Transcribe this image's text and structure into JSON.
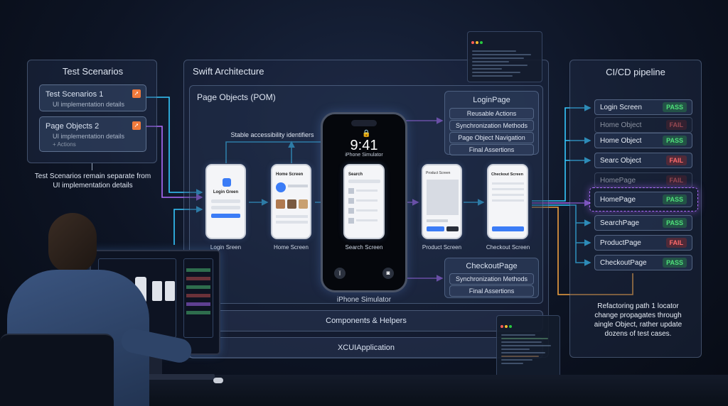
{
  "test_scenarios": {
    "title": "Test Scenarios",
    "items": [
      {
        "title": "Test Scenarios 1",
        "subtitle": "UI implementation details"
      },
      {
        "title": "Page Objects 2",
        "subtitle": "UI implementation details",
        "extra": "+ Actions"
      }
    ],
    "note": "Test Scenarios remain separate from UI implementation details"
  },
  "architecture": {
    "title": "Swift Architecture",
    "pom_title": "Page Objects (POM)",
    "identifiers_label": "Stable accessibility identifiers",
    "components": "Components & Helpers",
    "xcui": "XCUIApplication"
  },
  "screens": [
    {
      "label": "Login Sreen",
      "heading": "Login Green"
    },
    {
      "label": "Home Screen",
      "heading": "Home Screen"
    },
    {
      "label": "Search Screen",
      "heading": "Search"
    },
    {
      "label": "Product Screen",
      "heading": "Product Screen"
    },
    {
      "label": "Checkout Screen",
      "heading": "Checkout Screen"
    }
  ],
  "simulator": {
    "time": "9:41",
    "screen_caption": "iPhone Simulator",
    "label": "iPhone Simulator"
  },
  "login_page": {
    "title": "LoginPage",
    "items": [
      "Reusable Actions",
      "Synchronization Methods",
      "Page Object Navigation",
      "Final Assertions"
    ]
  },
  "checkout_page": {
    "title": "CheckoutPage",
    "items": [
      "Synchronization Methods",
      "Final Assertions"
    ]
  },
  "pipeline": {
    "title": "CI/CD pipeline",
    "rows": [
      {
        "name": "Login Screen",
        "status": "PASS",
        "dim": false
      },
      {
        "name": "Home Object",
        "status": "FAIL",
        "dim": true
      },
      {
        "name": "Home Object",
        "status": "PASS",
        "dim": false
      },
      {
        "name": "Searc Object",
        "status": "FAIL",
        "dim": false
      },
      {
        "name": "HomePage",
        "status": "FAIL",
        "dim": true
      },
      {
        "name": "HomePage",
        "status": "PASS",
        "dim": false
      },
      {
        "name": "SearchPage",
        "status": "PASS",
        "dim": false
      },
      {
        "name": "ProductPage",
        "status": "FAIL",
        "dim": false
      },
      {
        "name": "CheckoutPage",
        "status": "PASS",
        "dim": false
      }
    ],
    "note": "Refactoring path 1 locator change propagates through aingle Object, rather update dozens of test cases."
  },
  "colors": {
    "cyan": "#35c8ff",
    "purple": "#b06cff",
    "orange": "#f0a040",
    "pass": "#4fe07a",
    "fail": "#ff6b6b"
  }
}
